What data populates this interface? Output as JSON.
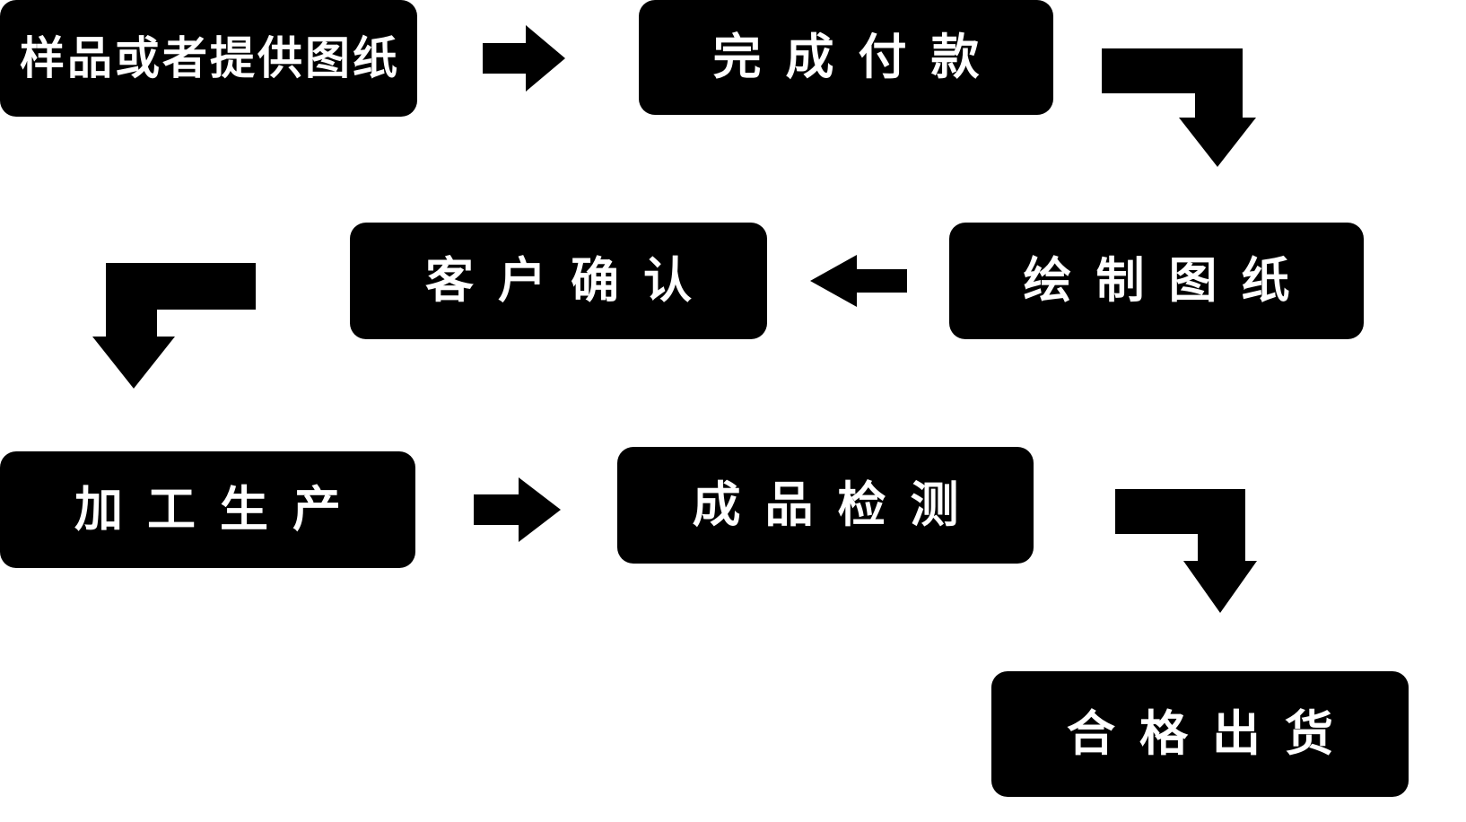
{
  "diagram": {
    "type": "flowchart",
    "colors": {
      "node_background": "#000000",
      "node_text": "#ffffff",
      "arrow": "#000000",
      "page_background": "#ffffff"
    },
    "nodes": [
      {
        "id": "sample",
        "label": "样品或者提供图纸"
      },
      {
        "id": "payment",
        "label": "完成付款"
      },
      {
        "id": "draw",
        "label": "绘制图纸"
      },
      {
        "id": "confirm",
        "label": "客户确认"
      },
      {
        "id": "production",
        "label": "加工生产"
      },
      {
        "id": "inspection",
        "label": "成品检测"
      },
      {
        "id": "shipment",
        "label": "合格出货"
      }
    ],
    "edges": [
      {
        "from": "sample",
        "to": "payment",
        "shape": "straight-arrow-right"
      },
      {
        "from": "payment",
        "to": "draw",
        "shape": "elbow-arrow-right-then-down"
      },
      {
        "from": "draw",
        "to": "confirm",
        "shape": "straight-arrow-left"
      },
      {
        "from": "confirm",
        "to": "production",
        "shape": "elbow-arrow-left-then-down"
      },
      {
        "from": "production",
        "to": "inspection",
        "shape": "straight-arrow-right"
      },
      {
        "from": "inspection",
        "to": "shipment",
        "shape": "elbow-arrow-right-then-down"
      }
    ]
  }
}
